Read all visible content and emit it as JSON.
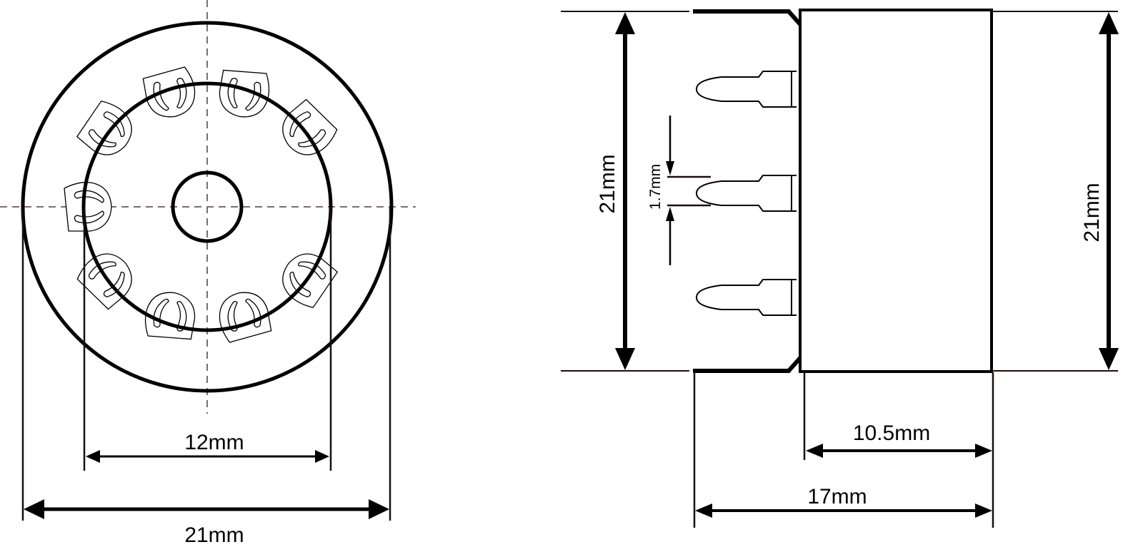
{
  "diagram": {
    "type": "technical-drawing",
    "subject": "9-pin tube socket",
    "top_view": {
      "labels": {
        "inner_diameter": "12mm",
        "outer_diameter": "21mm"
      },
      "pin_count": 9
    },
    "side_view": {
      "labels": {
        "height_left": "21mm",
        "height_right": "21mm",
        "pin_width": "1.7mm",
        "body_depth": "10.5mm",
        "total_depth": "17mm"
      },
      "visible_pins": 3
    },
    "colors": {
      "line": "#000000",
      "centerline": "#7a6e6e",
      "background": "#ffffff"
    }
  }
}
